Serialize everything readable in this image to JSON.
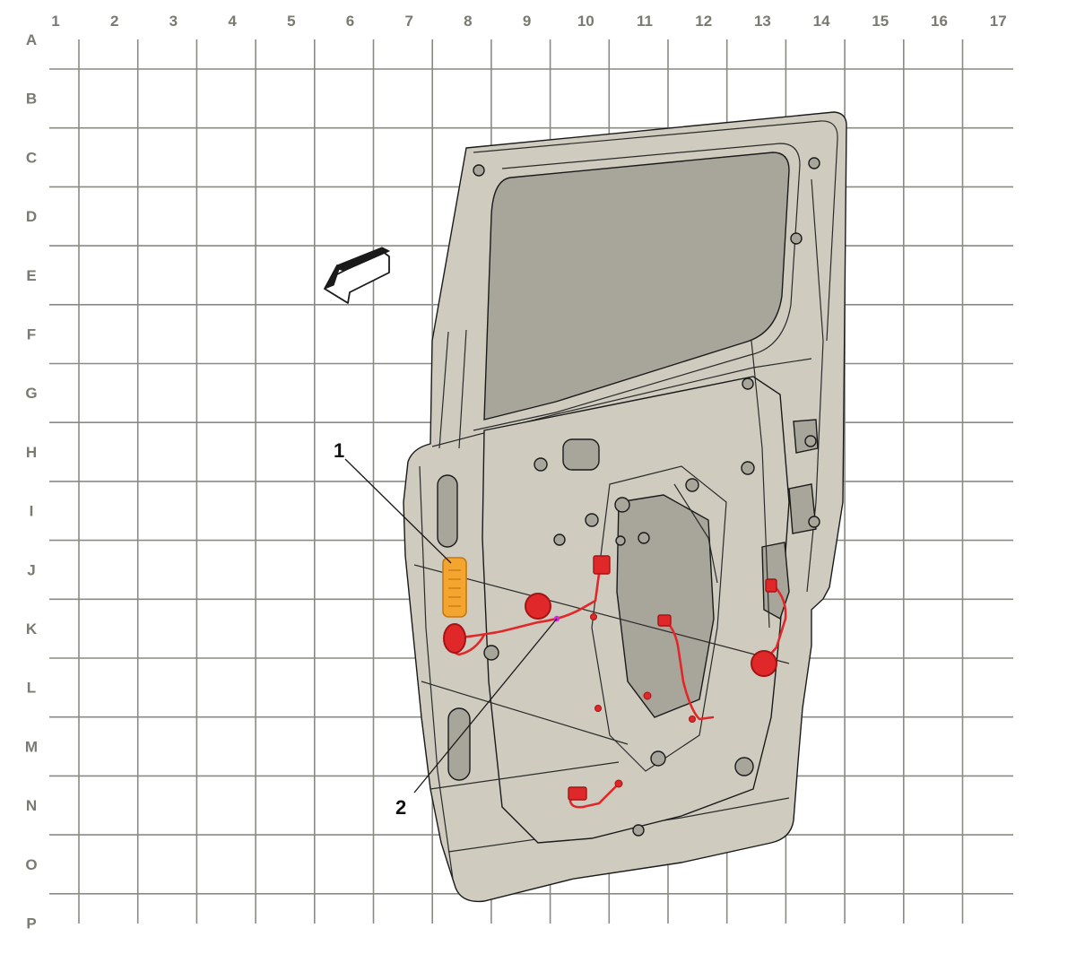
{
  "grid": {
    "columns": [
      "1",
      "2",
      "3",
      "4",
      "5",
      "6",
      "7",
      "8",
      "9",
      "10",
      "11",
      "12",
      "13",
      "14",
      "15",
      "16",
      "17"
    ],
    "rows": [
      "A",
      "B",
      "C",
      "D",
      "E",
      "F",
      "G",
      "H",
      "I",
      "J",
      "K",
      "L",
      "M",
      "N",
      "O",
      "P"
    ]
  },
  "callouts": [
    {
      "label": "1"
    },
    {
      "label": "2"
    }
  ],
  "colors": {
    "grid": "#8a8a84",
    "grid_labels": "#7a7a72",
    "door_panel": "#cfccbf",
    "outline": "#1a1a1a",
    "harness": "#e0282a",
    "harness_dark": "#a31414",
    "highlight_component": "#f3a530",
    "connector_marker": "#e020e0"
  },
  "icons": {
    "direction_arrow": "arrow-forward-icon"
  }
}
